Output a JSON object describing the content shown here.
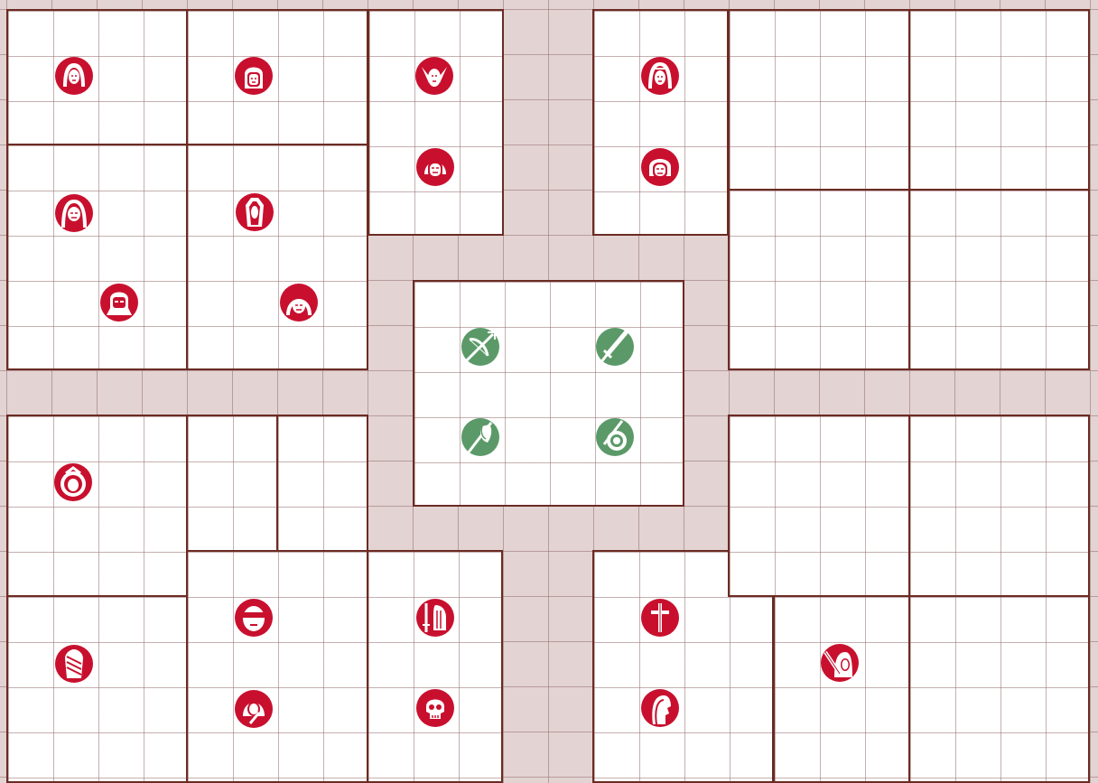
{
  "board": {
    "name": "dungeon-floor-plan",
    "colors": {
      "corridor": "#e3d3d3",
      "room_floor": "#ffffff",
      "wall": "#6b2b23",
      "grid_line": "#966e6e",
      "monster_token": "#c8102e",
      "hero_token": "#5b9a68"
    }
  },
  "tokens": {
    "heroes": [
      {
        "id": "hero-crossbow",
        "icon": "crossbow-icon"
      },
      {
        "id": "hero-sword",
        "icon": "sword-icon"
      },
      {
        "id": "hero-axe",
        "icon": "axe-icon"
      },
      {
        "id": "hero-shield",
        "icon": "shield-icon"
      }
    ],
    "monsters": [
      {
        "id": "monster-1",
        "icon": "warrior-face-icon"
      },
      {
        "id": "monster-2",
        "icon": "helmeted-face-icon"
      },
      {
        "id": "monster-3",
        "icon": "elf-face-icon"
      },
      {
        "id": "monster-4",
        "icon": "sorceress-face-icon"
      },
      {
        "id": "monster-5",
        "icon": "orc-face-icon"
      },
      {
        "id": "monster-6",
        "icon": "goblin-face-icon"
      },
      {
        "id": "monster-7",
        "icon": "barbarian-face-icon"
      },
      {
        "id": "monster-8",
        "icon": "dwarf-face-icon"
      },
      {
        "id": "monster-9",
        "icon": "knight-face-icon"
      },
      {
        "id": "monster-10",
        "icon": "ogre-face-icon"
      },
      {
        "id": "monster-11",
        "icon": "hooded-face-icon"
      },
      {
        "id": "monster-12",
        "icon": "mummy-face-icon"
      },
      {
        "id": "monster-13",
        "icon": "masked-face-icon"
      },
      {
        "id": "monster-14",
        "icon": "fighter-face-icon"
      },
      {
        "id": "monster-15",
        "icon": "sword-hand-icon"
      },
      {
        "id": "monster-16",
        "icon": "skull-icon"
      },
      {
        "id": "monster-17",
        "icon": "cross-icon"
      },
      {
        "id": "monster-18",
        "icon": "cloaked-profile-icon"
      },
      {
        "id": "monster-19",
        "icon": "swordsman-face-icon"
      }
    ]
  }
}
